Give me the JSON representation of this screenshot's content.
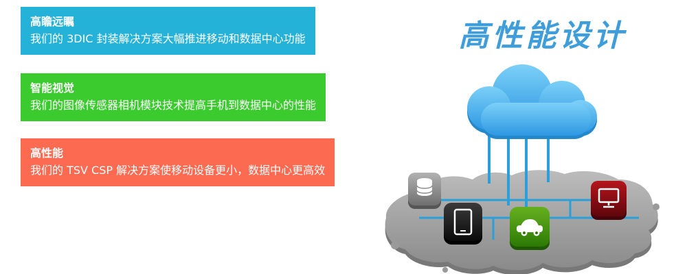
{
  "banners": [
    {
      "title": "高瞻远瞩",
      "text": "我们的 3DIC 封装解决方案大幅推进移动和数据中心功能",
      "color": "#25b2d9"
    },
    {
      "title": "智能视觉",
      "text": "我们的图像传感器相机模块技术提高手机到数据中心的性能",
      "color": "#3bcb2e"
    },
    {
      "title": "高性能",
      "text": "我们的 TSV CSP 解决方案使移动设备更小，数据中心更高效",
      "color": "#fc6a52"
    }
  ],
  "headline": {
    "title": "高性能设计",
    "color": "#3f9ed9"
  },
  "illustration": {
    "cloud_color": "#2e98e2",
    "connector_color": "#2b9fd9",
    "platform_color": "#9a9a9a",
    "icons": [
      {
        "name": "database-icon",
        "tile_color": "#8a8a8a"
      },
      {
        "name": "tablet-icon",
        "tile_color": "#1a1a1a"
      },
      {
        "name": "car-icon",
        "tile_color": "#3c8c0d"
      },
      {
        "name": "laptop-icon",
        "tile_color": "#8d0f15"
      }
    ]
  }
}
